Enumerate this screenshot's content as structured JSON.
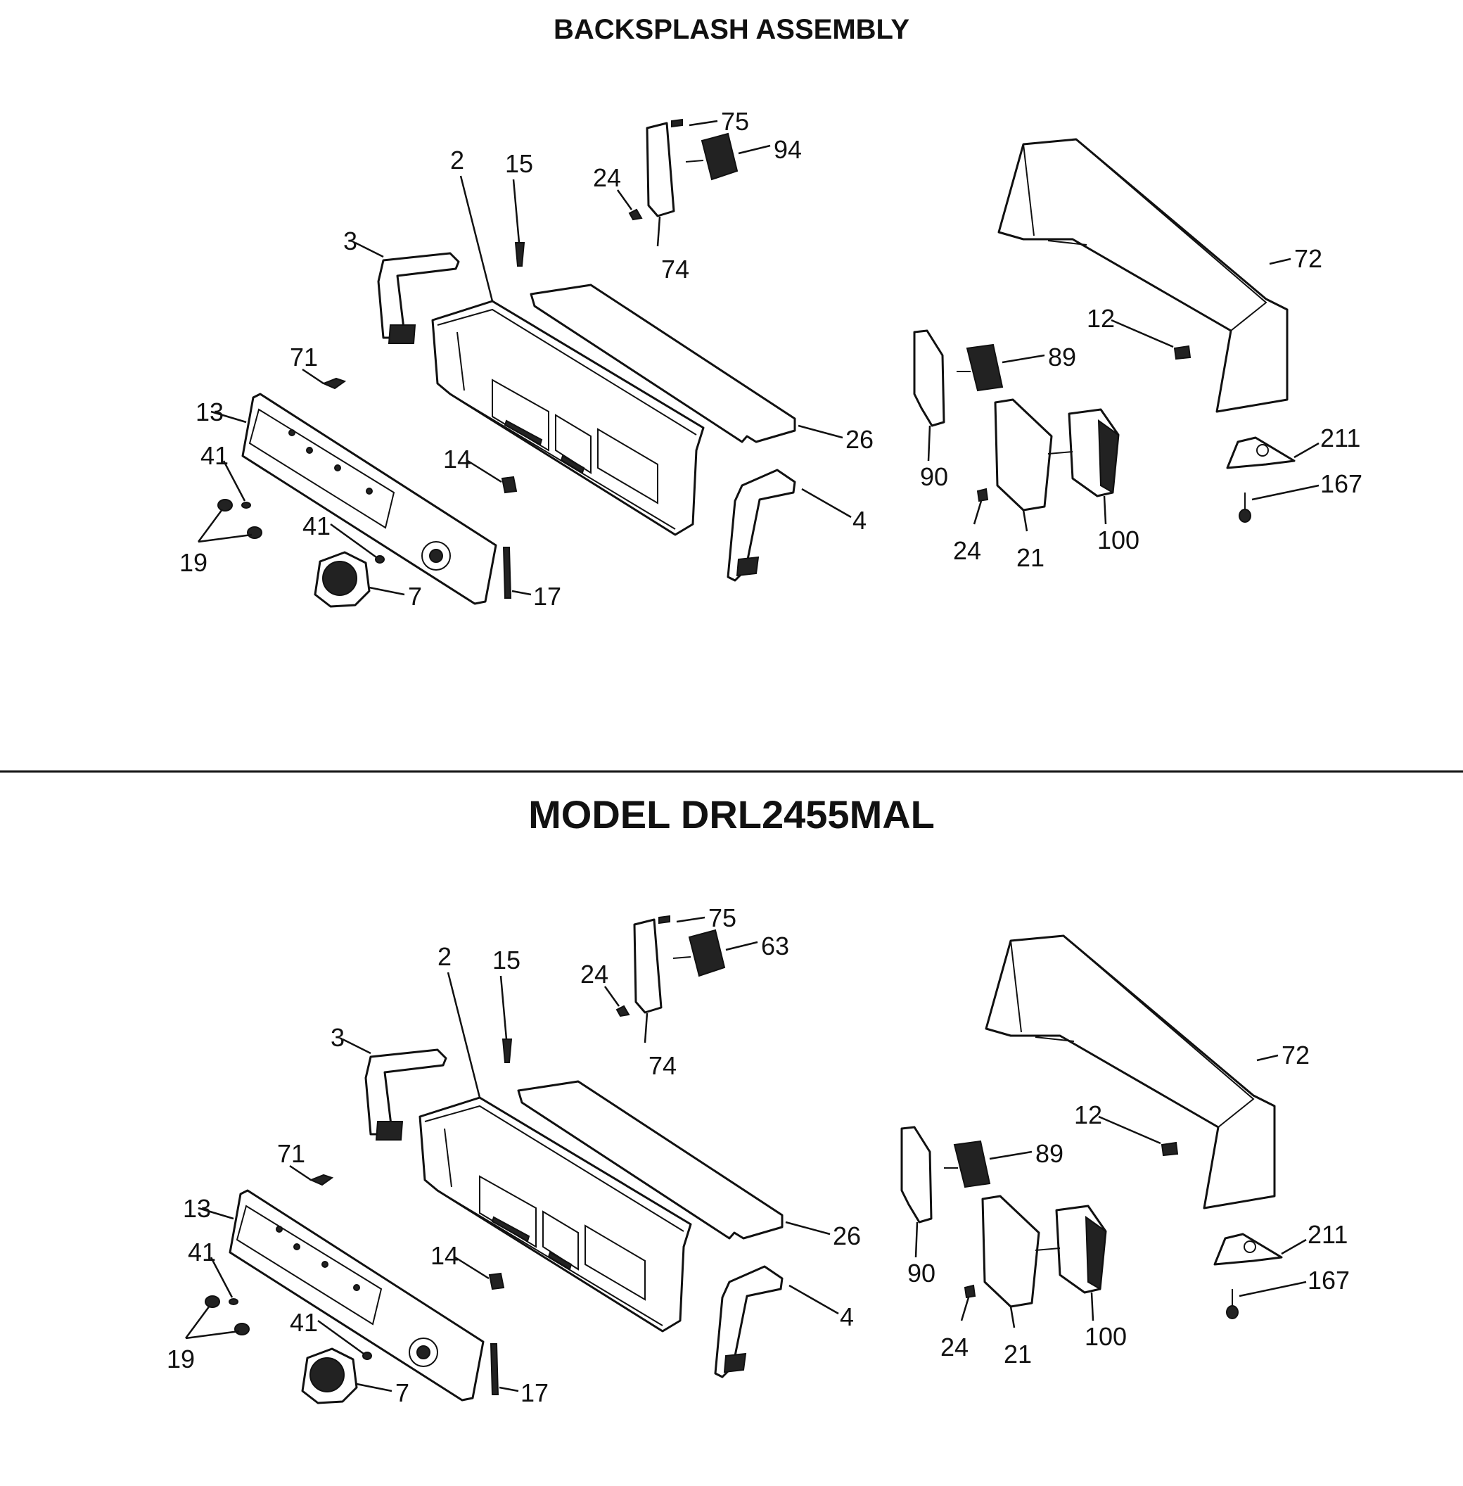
{
  "header": {
    "title": "BACKSPLASH ASSEMBLY"
  },
  "model": {
    "title": "MODEL DRL2455MAL"
  },
  "diagrams": [
    {
      "labels": [
        "75",
        "94",
        "2",
        "15",
        "24",
        "74",
        "3",
        "72",
        "12",
        "71",
        "89",
        "13",
        "26",
        "41",
        "14",
        "90",
        "211",
        "167",
        "4",
        "41",
        "19",
        "24",
        "21",
        "100",
        "7",
        "17"
      ]
    },
    {
      "labels": [
        "75",
        "63",
        "2",
        "15",
        "24",
        "74",
        "3",
        "72",
        "12",
        "71",
        "89",
        "13",
        "26",
        "41",
        "14",
        "90",
        "211",
        "167",
        "4",
        "41",
        "19",
        "24",
        "21",
        "100",
        "7",
        "17"
      ]
    }
  ]
}
